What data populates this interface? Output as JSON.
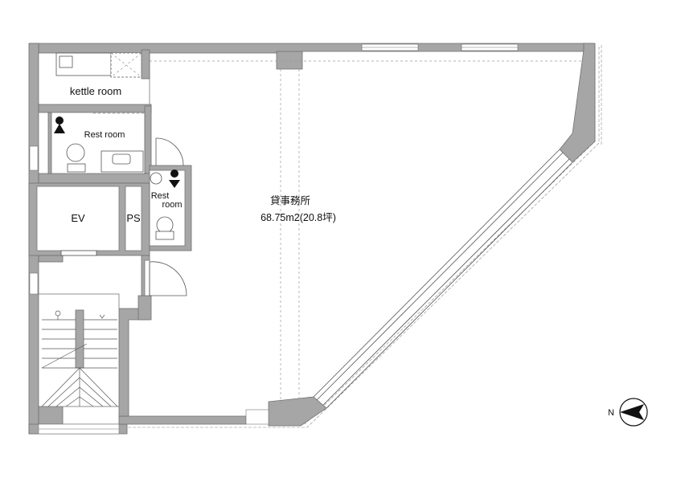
{
  "rooms": {
    "kettle": "kettle room",
    "rest_main": "Rest room",
    "rest_small_line1": "Rest",
    "rest_small_line2": "room",
    "elevator": "EV",
    "pipe_space": "PS"
  },
  "office": {
    "name": "貸事務所",
    "area": "68.75m2(20.8坪)"
  },
  "compass": {
    "label": "N"
  }
}
